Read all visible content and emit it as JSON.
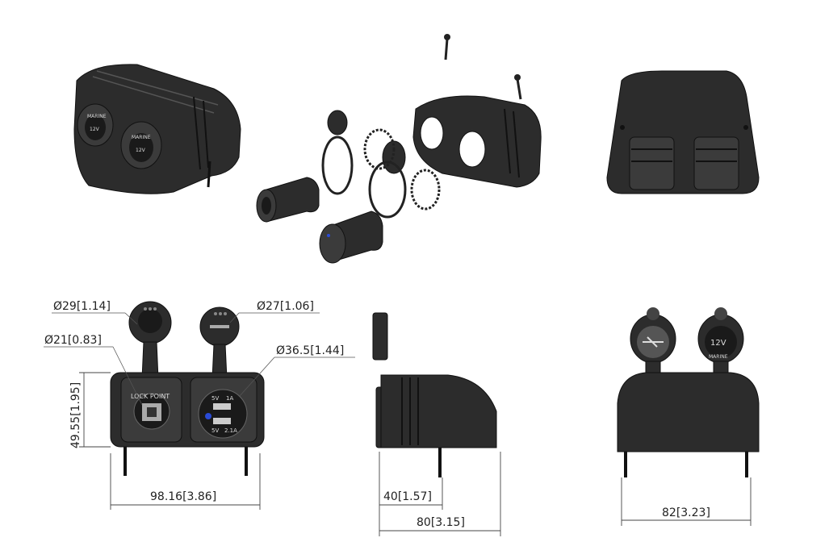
{
  "dimensions": {
    "cap_diameter": "Ø29[1.14]",
    "cap_diameter_usb": "Ø27[1.06]",
    "socket_diameter": "Ø21[0.83]",
    "usb_diameter": "Ø36.5[1.44]",
    "height": "49.55[1.95]",
    "width_front": "98.16[3.86]",
    "depth_base": "40[1.57]",
    "depth_total": "80[3.15]",
    "width_back": "82[3.23]"
  },
  "labels": {
    "marine": "MARINE",
    "voltage": "12V",
    "lock_point": "LOCK POINT",
    "usb_left_top": "5V",
    "usb_right_top": "1A",
    "usb_left_bottom": "5V",
    "usb_right_bottom": "2.1A"
  },
  "colors": {
    "body": "#2c2c2c",
    "outline": "#111111",
    "dimension_line": "#444444",
    "usb_led": "#2a4bd7"
  },
  "icons": [
    "usb-icon",
    "screw-icon"
  ]
}
